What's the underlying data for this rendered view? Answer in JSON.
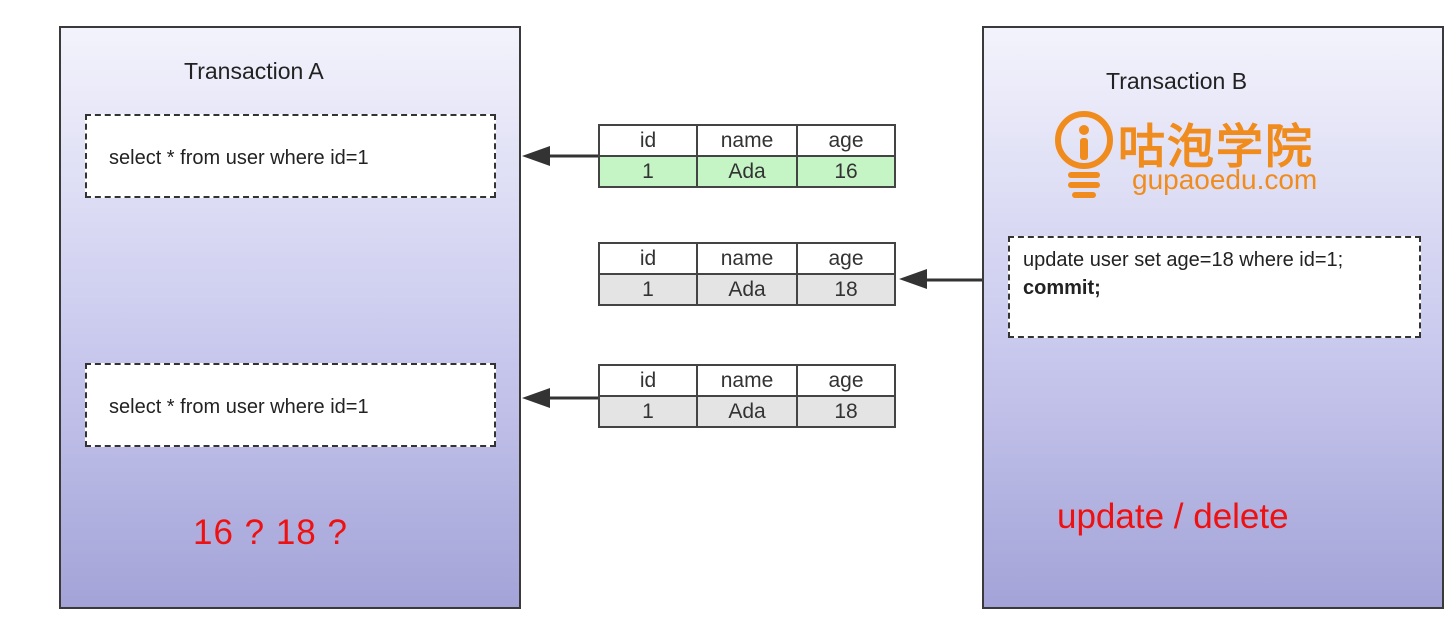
{
  "transaction_a": {
    "title": "Transaction A",
    "query_1": "select * from user where id=1",
    "query_2": "select * from user where id=1",
    "question": "16 ? 18 ?"
  },
  "transaction_b": {
    "title": "Transaction B",
    "update_sql": "update user set age=18 where id=1;",
    "commit": "commit;",
    "operations": "update / delete"
  },
  "brand": {
    "name_cn": "咕泡学院",
    "domain": "gupaoedu.com",
    "color": "#f08c1e"
  },
  "tables": [
    {
      "headers": [
        "id",
        "name",
        "age"
      ],
      "row": [
        "1",
        "Ada",
        "16"
      ],
      "highlight": "green"
    },
    {
      "headers": [
        "id",
        "name",
        "age"
      ],
      "row": [
        "1",
        "Ada",
        "18"
      ],
      "highlight": "grey"
    },
    {
      "headers": [
        "id",
        "name",
        "age"
      ],
      "row": [
        "1",
        "Ada",
        "18"
      ],
      "highlight": "grey"
    }
  ],
  "colors": {
    "panel_gradient_top": "#f3f3fc",
    "panel_gradient_bottom": "#a3a3d8",
    "accent_red": "#ee1111",
    "row_green": "#c5f5c5",
    "row_grey": "#e4e4e4"
  }
}
